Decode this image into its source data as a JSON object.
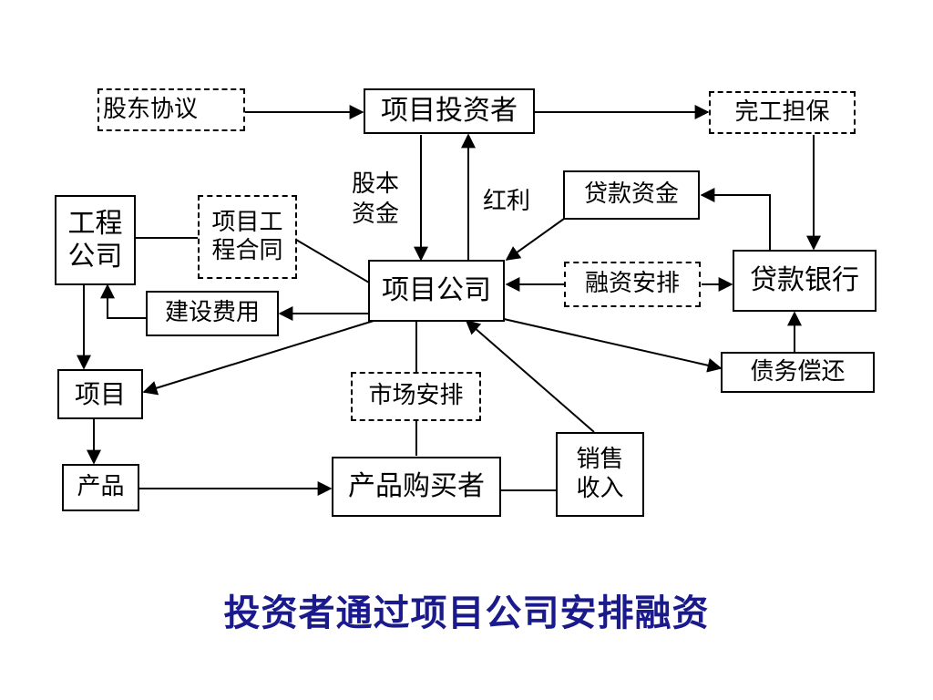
{
  "nodes": {
    "shareholder_agreement": "股东协议",
    "project_investor": "项目投资者",
    "completion_guarantee": "完工担保",
    "engineering_company": "工程\n公司",
    "project_eng_contract": "项目工\n程合同",
    "loan_funds": "贷款资金",
    "project_company": "项目公司",
    "financing_arrangement": "融资安排",
    "lending_bank": "贷款银行",
    "construction_cost": "建设费用",
    "project": "项目",
    "debt_repayment": "债务偿还",
    "market_arrangement": "市场安排",
    "product": "产品",
    "product_buyer": "产品购买者",
    "sales_revenue": "销售\n收入"
  },
  "labels": {
    "equity_capital": "股本\n资金",
    "dividend": "红利"
  },
  "title": "投资者通过项目公司安排融资"
}
